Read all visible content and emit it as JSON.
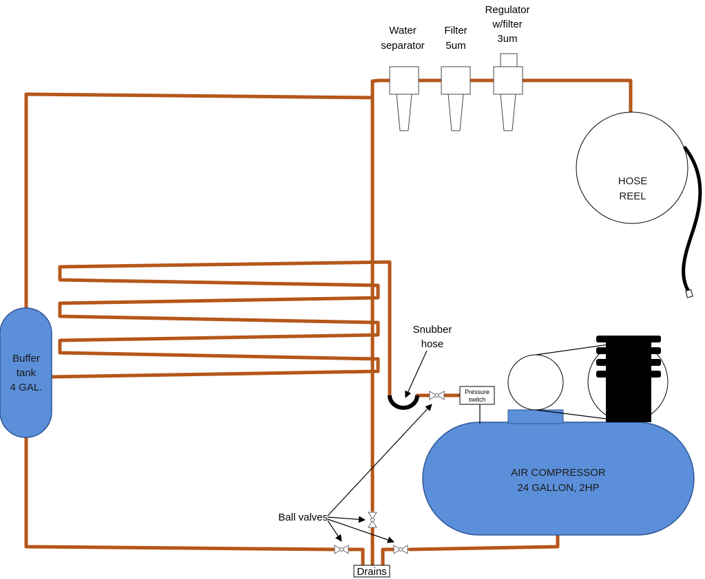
{
  "components": {
    "water_separator": {
      "line1": "Water",
      "line2": "separator"
    },
    "filter": {
      "line1": "Filter",
      "line2": "5um"
    },
    "regulator": {
      "line1": "Regulator",
      "line2": "w/filter",
      "line3": "3um"
    },
    "hose_reel": {
      "line1": "HOSE",
      "line2": "REEL"
    },
    "buffer_tank": {
      "line1": "Buffer",
      "line2": "tank",
      "line3": "4 GAL."
    },
    "snubber": {
      "line1": "Snubber",
      "line2": "hose"
    },
    "pressure_switch": {
      "line1": "Pressure",
      "line2": "switch"
    },
    "compressor": {
      "line1": "AIR COMPRESSOR",
      "line2": "24 GALLON, 2HP"
    },
    "ball_valves": "Ball valves",
    "drains": "Drains"
  },
  "colors": {
    "pipe": "#b5571b",
    "tank_fill": "#5b8fd9",
    "tank_stroke": "#2f5597",
    "motor_black": "#000000"
  }
}
